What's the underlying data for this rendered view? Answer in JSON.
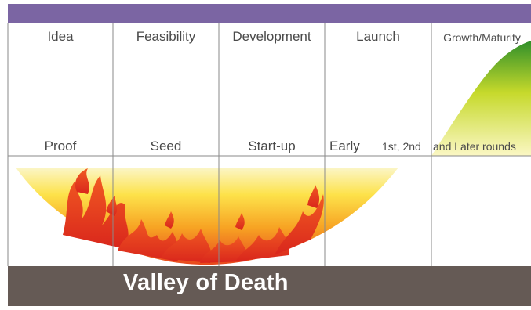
{
  "stages": [
    "Idea",
    "Feasibility",
    "Development",
    "Launch",
    "Growth/Maturity"
  ],
  "funding": [
    "Proof",
    "Seed",
    "Start-up",
    "Early",
    "1st, 2nd",
    "and Later rounds"
  ],
  "bottom_title": "Valley of Death",
  "colors": {
    "header_band": "#7b65a3",
    "bottom_band": "#655a55",
    "grid_line": "#8a8a8a",
    "valley_top": "#fbf6c8",
    "valley_mid": "#fde24a",
    "valley_low": "#f7a323",
    "valley_bottom": "#e8481e",
    "flame_red": "#e6321c",
    "growth_top": "#2f8f2a",
    "growth_mid": "#c6d92b",
    "growth_low": "#fbf7c4"
  }
}
